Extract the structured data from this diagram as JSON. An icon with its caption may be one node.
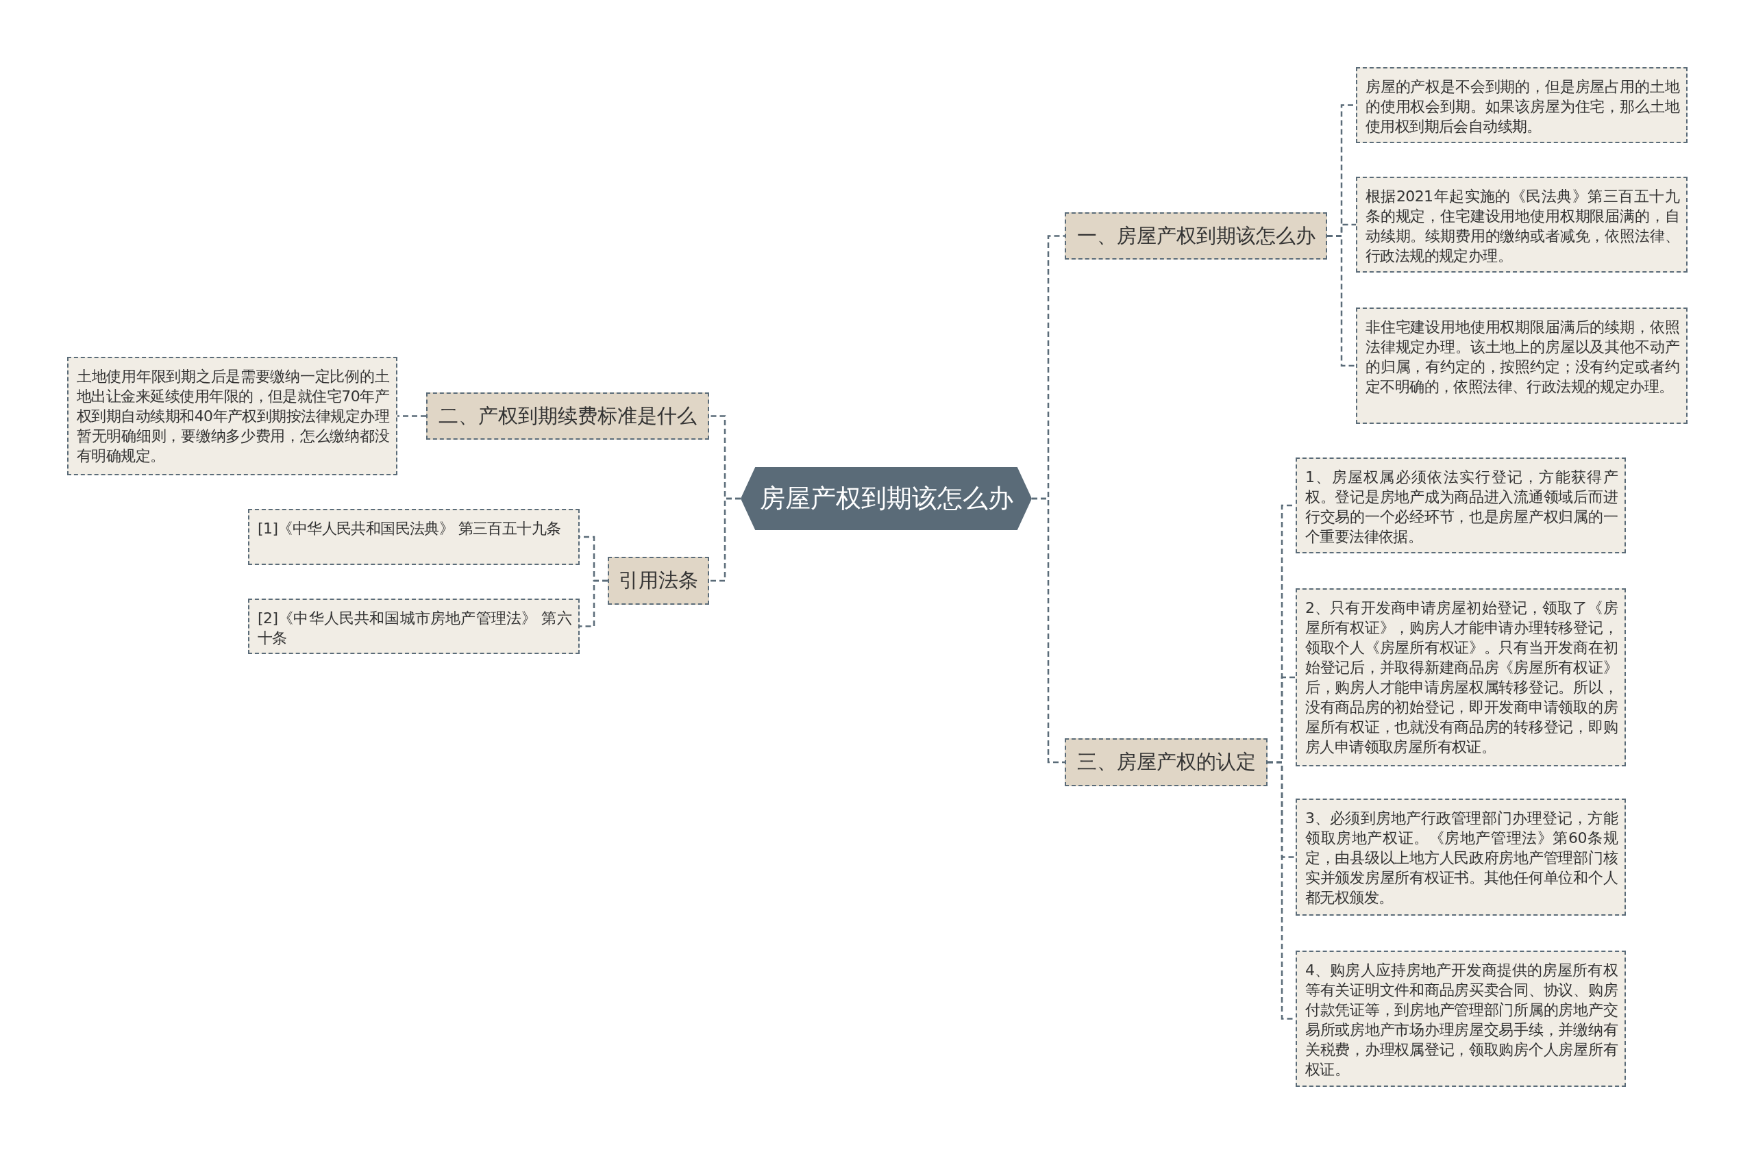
{
  "diagram": {
    "nodes": [
      {
        "text": [
          "房屋产权到期该怎么办"
        ]
      },
      {
        "text": [
          "一、房屋产权到期该怎么办"
        ]
      },
      {
        "text": [
          "房屋的产权是不会到期的，但是房屋占用的土地的使用权会到期。如果该房屋为住宅，那么土地使用权到期后会自动续期。"
        ]
      },
      {
        "text": [
          "根据2021年起实施的《民法典》第三百五十九条的规定，住宅建设用地使用权期限届满的，自动续期。续期费用的缴纳或者减免，依照法律、行政法规的规定办理。"
        ]
      },
      {
        "text": [
          "非住宅建设用地使用权期限届满后的续期，依照法律规定办理。该土地上的房屋以及其他不动产的归属，有约定的，按照约定；没有约定或者约定不明确的，依照法律、行政法规的规定办理。"
        ]
      },
      {
        "text": [
          "二、产权到期续费标准是什么"
        ]
      },
      {
        "text": [
          "土地使用年限到期之后是需要缴纳一定比例的土地出让金来延续使用年限的，但是就住宅70年产权到期自动续期和40年产权到期按法律规定办理暂无明确细则，要缴纳多少费用，怎么缴纳都没有明确规定。"
        ]
      },
      {
        "text": [
          "引用法条"
        ]
      },
      {
        "text": [
          "[1]《中华人民共和国民法典》 第三百五十九条"
        ]
      },
      {
        "text": [
          "[2]《中华人民共和国城市房地产管理法》 第六十条"
        ]
      },
      {
        "text": [
          "三、房屋产权的认定"
        ]
      },
      {
        "text": [
          "1、房屋权属必须依法实行登记，方能获得产权。登记是房地产成为商品进入流通领域后而进行交易的一个必经环节，也是房屋产权归属的一个重要法律依据。"
        ]
      },
      {
        "text": [
          "2、只有开发商申请房屋初始登记，领取了《房屋所有权证》，购房人才能申请办理转移登记，领取个人《房屋所有权证》。只有当开发商在初始登记后，并取得新建商品房《房屋所有权证》后，购房人才能申请房屋权属转移登记。所以，没有商品房的初始登记，即开发商申请领取的房屋所有权证，也就没有商品房的转移登记，即购房人申请领取房屋所有权证。"
        ]
      },
      {
        "text": [
          "3、必须到房地产行政管理部门办理登记，方能领取房地产权证。《房地产管理法》第60条规定，由县级以上地方人民政府房地产管理部门核实并颁发房屋所有权证书。其他任何单位和个人都无权颁发。"
        ]
      },
      {
        "text": [
          "4、购房人应持房地产开发商提供的房屋所有权等有关证明文件和商品房买卖合同、协议、购房付款凭证等，到房地产管理部门所属的房地产交易所或房地产市场办理房屋交易手续，并缴纳有关税费，办理权属登记，领取购房个人房屋所有权证。"
        ]
      }
    ],
    "edges": [
      {
        "from": 0,
        "to": 1,
        "arrow": "none"
      },
      {
        "from": 1,
        "to": 2,
        "arrow": "none"
      },
      {
        "from": 1,
        "to": 3,
        "arrow": "none"
      },
      {
        "from": 1,
        "to": 4,
        "arrow": "none"
      },
      {
        "from": 0,
        "to": 5,
        "arrow": "none"
      },
      {
        "from": 5,
        "to": 6,
        "arrow": "none"
      },
      {
        "from": 0,
        "to": 7,
        "arrow": "none"
      },
      {
        "from": 7,
        "to": 8,
        "arrow": "none"
      },
      {
        "from": 7,
        "to": 9,
        "arrow": "none"
      },
      {
        "from": 0,
        "to": 10,
        "arrow": "none"
      },
      {
        "from": 10,
        "to": 11,
        "arrow": "none"
      },
      {
        "from": 10,
        "to": 12,
        "arrow": "none"
      },
      {
        "from": 10,
        "to": 13,
        "arrow": "none"
      },
      {
        "from": 10,
        "to": 14,
        "arrow": "none"
      }
    ]
  }
}
